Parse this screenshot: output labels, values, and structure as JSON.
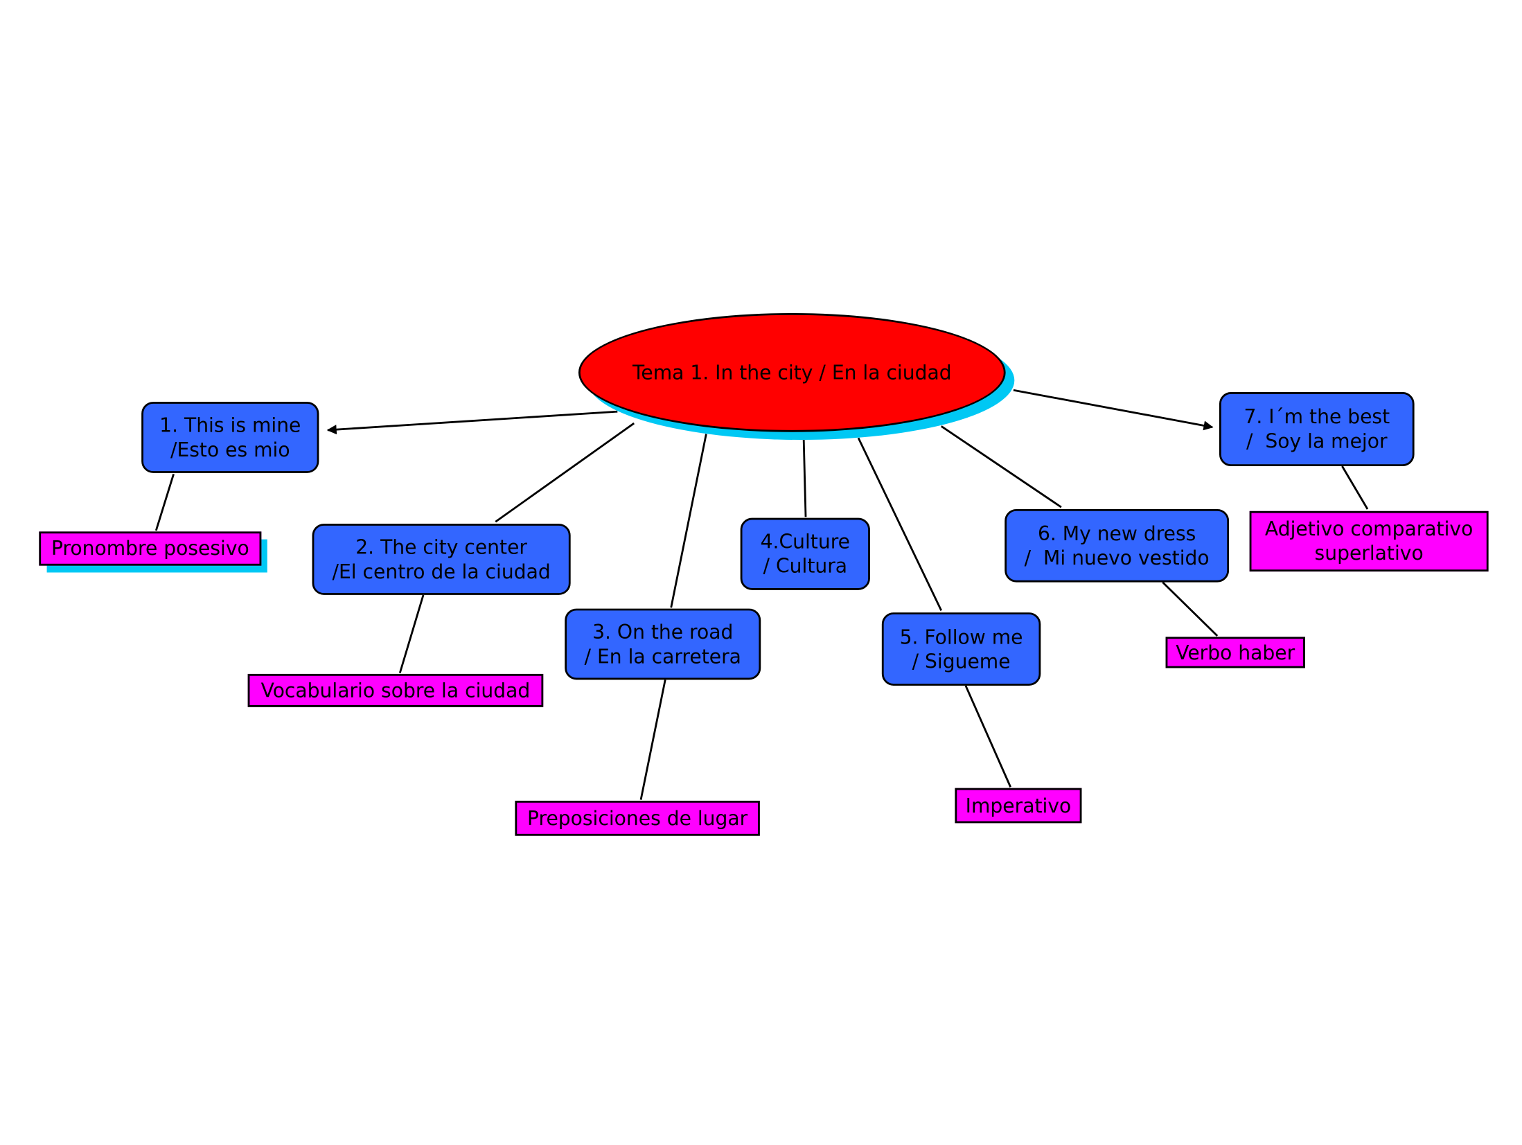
{
  "colors": {
    "central": "#ff0000",
    "central_shadow": "#00c8f4",
    "topic": "#3366ff",
    "note": "#ff00ff",
    "line": "#000000"
  },
  "central": {
    "label": "Tema 1. In the city / En la ciudad"
  },
  "topics": [
    {
      "line1": "1. This is mine",
      "line2": "/Esto es mio",
      "note": [
        "Pronombre posesivo"
      ]
    },
    {
      "line1": "2. The city center",
      "line2": "/El centro de la ciudad",
      "note": [
        "Vocabulario sobre la ciudad"
      ]
    },
    {
      "line1": "3. On the road",
      "line2": "/ En la carretera",
      "note": [
        "Preposiciones de lugar"
      ]
    },
    {
      "line1": "4.Culture",
      "line2": "/ Cultura",
      "note": []
    },
    {
      "line1": "5. Follow me",
      "line2": "/ Sigueme",
      "note": [
        "Imperativo"
      ]
    },
    {
      "line1": "6. My new dress",
      "line2": "/  Mi nuevo vestido",
      "note": [
        "Verbo haber"
      ]
    },
    {
      "line1": "7. I´m the best",
      "line2": "/  Soy la mejor",
      "note": [
        "Adjetivo comparativo",
        "superlativo"
      ]
    }
  ]
}
